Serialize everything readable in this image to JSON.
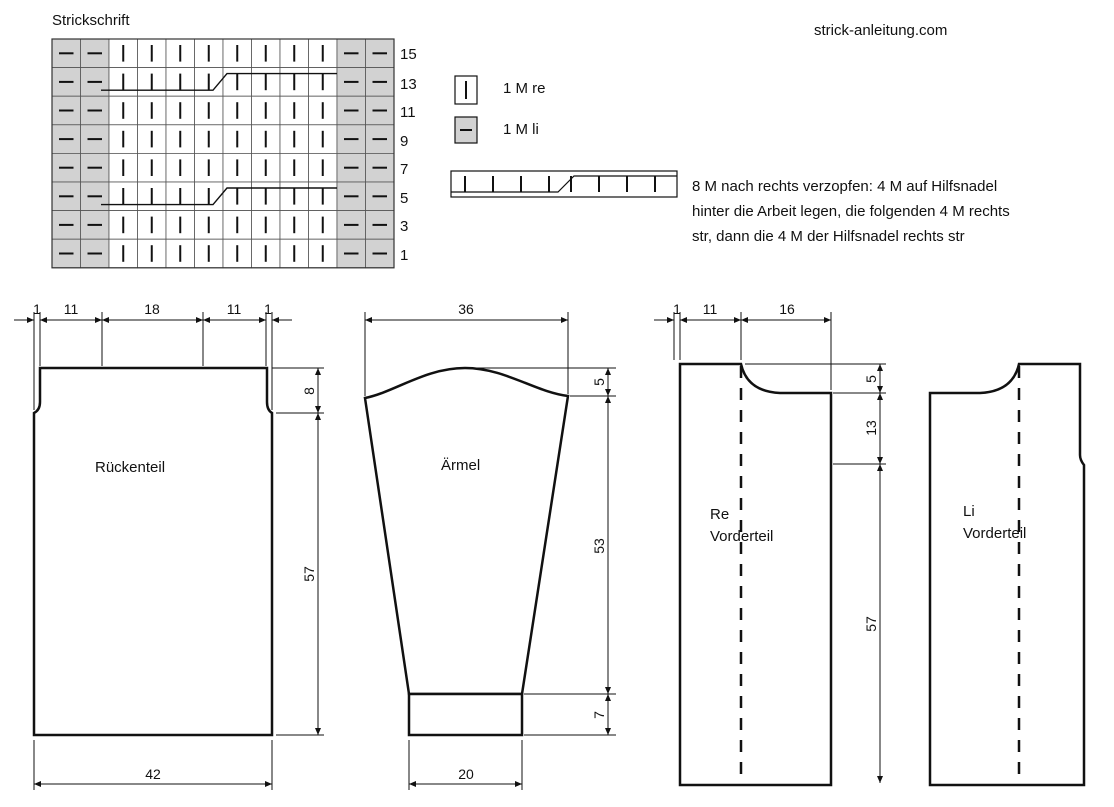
{
  "header": {
    "chart_title": "Strickschrift",
    "site": "strick-anleitung.com"
  },
  "chart_rows": {
    "labels": [
      "15",
      "13",
      "11",
      "9",
      "7",
      "5",
      "3",
      "1"
    ]
  },
  "legend": {
    "knit": "1 M re",
    "purl": "1 M li",
    "cable_line1": "8 M nach rechts verzopfen: 4 M auf Hilfsnadel",
    "cable_line2": "hinter die Arbeit legen, die folgenden 4 M rechts",
    "cable_line3": "str, dann die 4 M der Hilfsnadel rechts str"
  },
  "pieces": {
    "back": {
      "label": "Rückenteil",
      "top_dims": [
        "1",
        "11",
        "18",
        "11",
        "1"
      ],
      "armhole": "8",
      "height": "57",
      "width": "42"
    },
    "sleeve": {
      "label": "Ärmel",
      "top_width": "36",
      "cap": "5",
      "length": "53",
      "cuff": "7",
      "bottom_width": "20"
    },
    "right_front": {
      "label_line1": "Re",
      "label_line2": "Vorderteil",
      "top_dims": [
        "1",
        "11",
        "16"
      ],
      "neck": "5",
      "armhole": "13",
      "height": "57"
    },
    "left_front": {
      "label_line1": "Li",
      "label_line2": "Vorderteil"
    }
  },
  "colors": {
    "line": "#111111",
    "purl_fill": "#d2d2d2"
  }
}
